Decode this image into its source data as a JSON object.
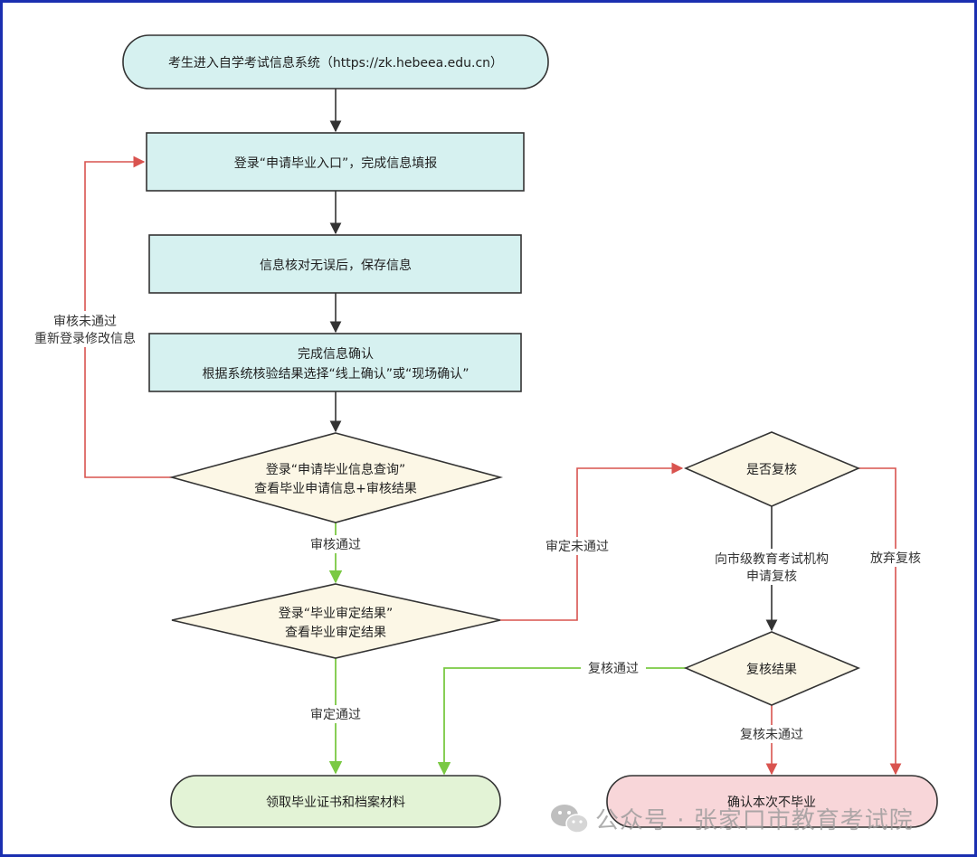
{
  "colors": {
    "border": "#1a2fb0",
    "teal_fill": "#d6f1f0",
    "diamond_fill": "#fcf7e6",
    "green_fill": "#e3f3d6",
    "pink_fill": "#f8d6d9",
    "stroke": "#333333",
    "arrow_black": "#333333",
    "arrow_red": "#d9534f",
    "arrow_green": "#7ac943"
  },
  "nodes": {
    "start": "考生进入自学考试信息系统（https://zk.hebeea.edu.cn）",
    "login_apply": "登录“申请毕业入口”，完成信息填报",
    "verify_save": "信息核对无误后，保存信息",
    "confirm_line1": "完成信息确认",
    "confirm_line2": "根据系统核验结果选择“线上确认”或“现场确认”",
    "query_line1": "登录“申请毕业信息查询”",
    "query_line2": "查看毕业申请信息+审核结果",
    "result_line1": "登录“毕业审定结果”",
    "result_line2": "查看毕业审定结果",
    "recheck_q": "是否复核",
    "recheck_result": "复核结果",
    "receive": "领取毕业证书和档案材料",
    "confirm_not": "确认本次不毕业"
  },
  "edges": {
    "audit_fail_line1": "审核未通过",
    "audit_fail_line2": "重新登录修改信息",
    "audit_pass": "审核通过",
    "judge_fail": "审定未通过",
    "judge_pass": "审定通过",
    "apply_recheck_line1": "向市级教育考试机构",
    "apply_recheck_line2": "申请复核",
    "give_up": "放弃复核",
    "recheck_pass": "复核通过",
    "recheck_fail": "复核未通过"
  },
  "watermark": {
    "icon": "wechat-icon",
    "text": "公众号 · 张家口市教育考试院"
  }
}
